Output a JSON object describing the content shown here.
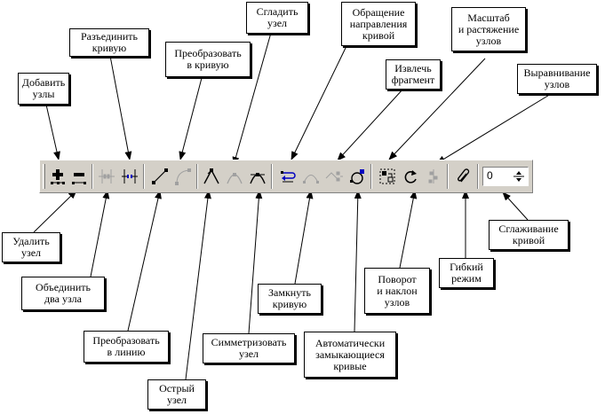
{
  "labels": {
    "add_nodes": "Добавить\nузлы",
    "break_curve": "Разъединить\nкривую",
    "to_curve": "Преобразовать\nв кривую",
    "smooth_node": "Сгладить\nузел",
    "reverse_direction": "Обращение\nнаправления\nкривой",
    "scale_stretch": "Масштаб\nи растяжение\nузлов",
    "extract_subpath": "Извлечь\nфрагмент",
    "align_nodes": "Выравнивание\nузлов",
    "delete_node": "Удалить\nузел",
    "join_nodes": "Объединить\nдва узла",
    "to_line": "Преобразовать\nв линию",
    "cusp_node": "Острый\nузел",
    "symmetric_node": "Симметризовать\nузел",
    "close_curve": "Замкнуть\nкривую",
    "auto_close": "Автоматически\nзамыкающиеся\nкривые",
    "rotate_skew": "Поворот\nи наклон\nузлов",
    "elastic_mode": "Гибкий\nрежим",
    "curve_smoothing": "Сглаживание\nкривой"
  },
  "toolbar": {
    "smoothing_value": "0"
  },
  "icons": [
    "add-node-icon",
    "delete-node-icon",
    "join-nodes-icon",
    "break-curve-icon",
    "to-line-icon",
    "to-curve-icon",
    "cusp-node-icon",
    "smooth-node-icon",
    "symmetric-node-icon",
    "reverse-direction-icon",
    "close-curve-icon",
    "extract-subpath-icon",
    "auto-close-icon",
    "scale-nodes-icon",
    "rotate-nodes-icon",
    "align-nodes-icon",
    "elastic-mode-icon"
  ],
  "colors": {
    "toolbar_bg": "#d4d0c8",
    "active_icon": "#000000",
    "disabled_icon": "#a0a0a0",
    "accent_blue": "#0000c0"
  }
}
